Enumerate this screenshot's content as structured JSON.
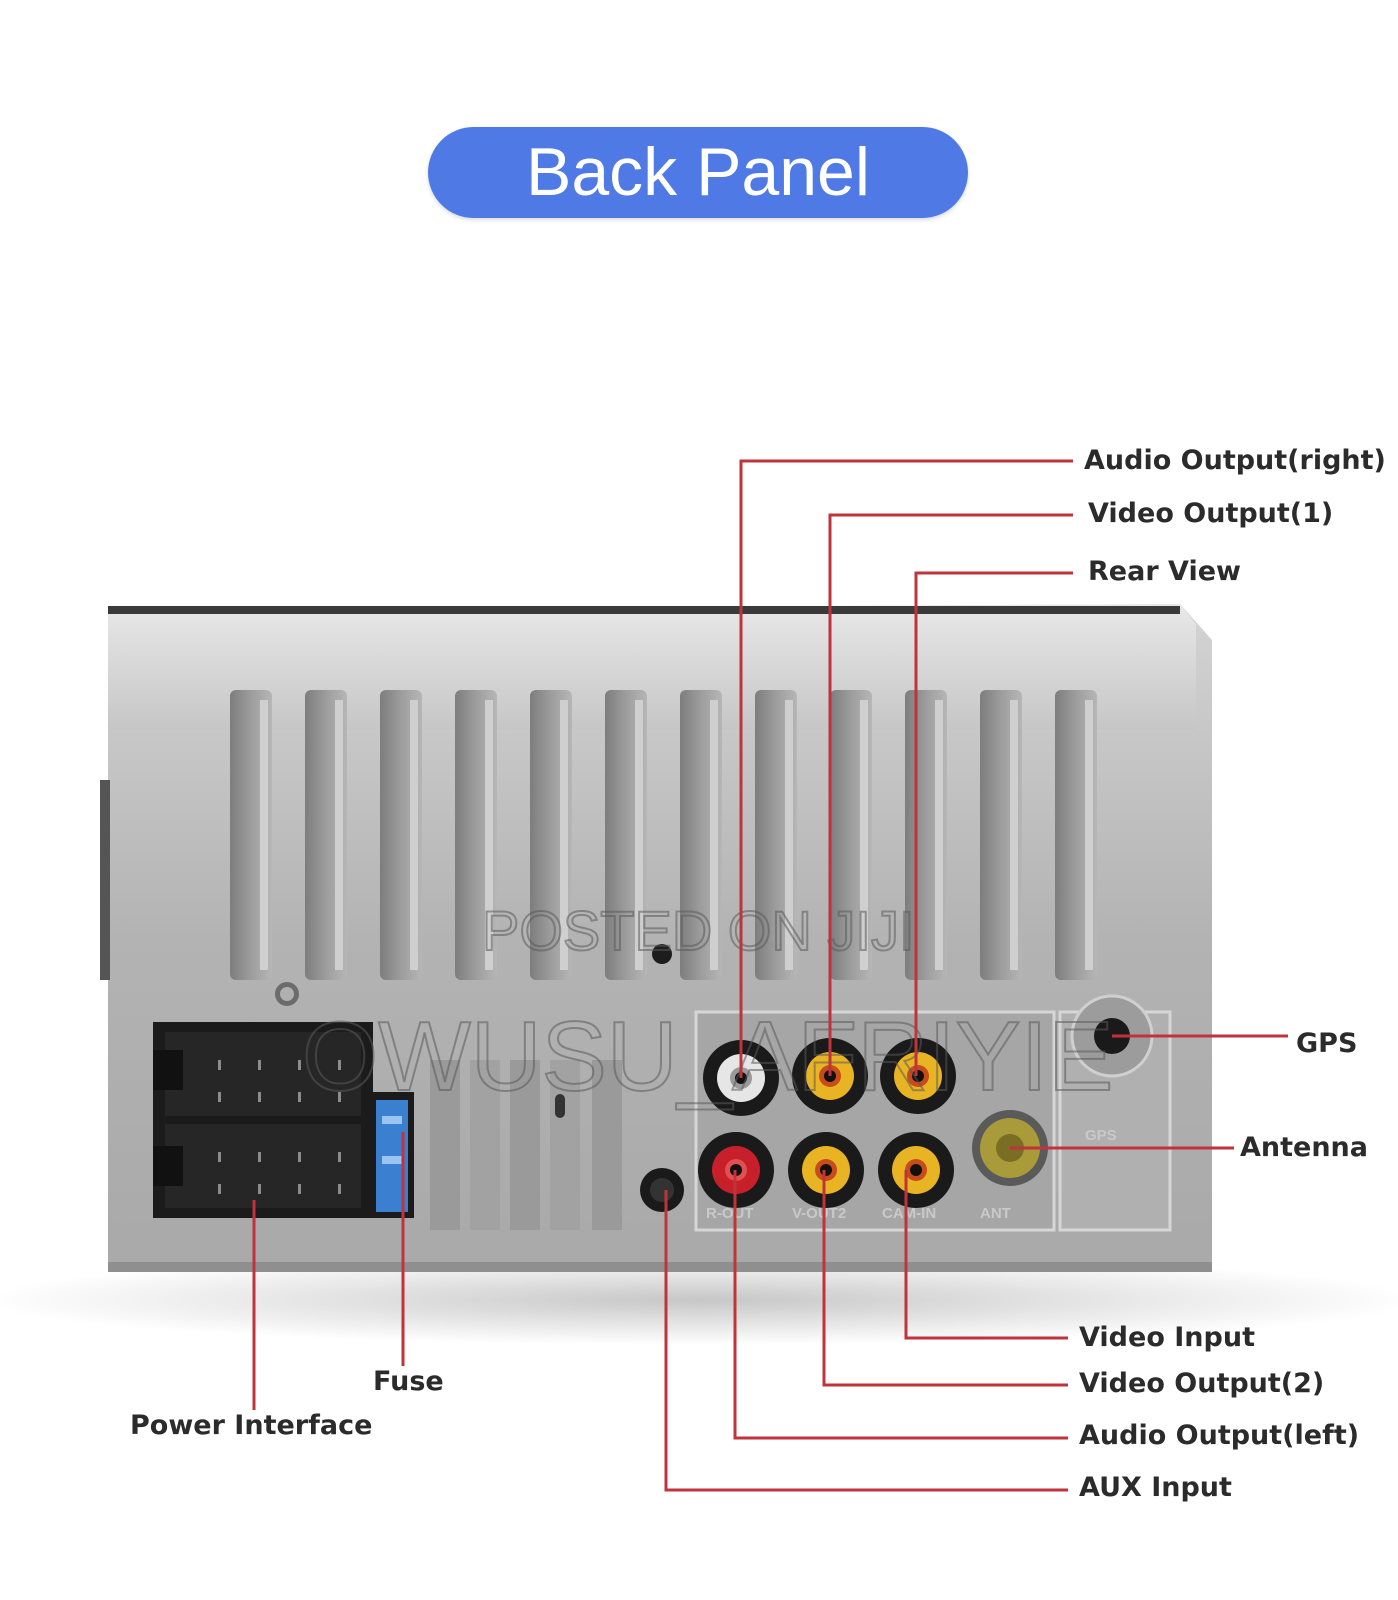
{
  "title": "Back Panel",
  "labels": {
    "audio_output_right": "Audio Output(right)",
    "video_output_1": "Video Output(1)",
    "rear_view": "Rear View",
    "gps": "GPS",
    "antenna": "Antenna",
    "video_input": "Video Input",
    "video_output_2": "Video Output(2)",
    "audio_output_left": "Audio Output(left)",
    "aux_input": "AUX Input",
    "fuse": "Fuse",
    "power_interface": "Power Interface"
  },
  "panel_markings": {
    "r_out": "R-OUT",
    "v_out2": "V-OUT2",
    "cam_in": "CAM-IN",
    "ant": "ANT",
    "gps": "GPS"
  },
  "watermark": {
    "line1": "POSTED ON JIJI",
    "line2": "OWUSU_AFRIYIE"
  },
  "colors": {
    "title_bg": "#4f7ae6",
    "leader_line": "#c0333a",
    "panel_metal": "#b8b8b8",
    "rca_red": "#c8202a",
    "rca_yellow": "#e8b423",
    "rca_white": "#e6e6e6",
    "fuse_blue": "#3b7fd0"
  }
}
